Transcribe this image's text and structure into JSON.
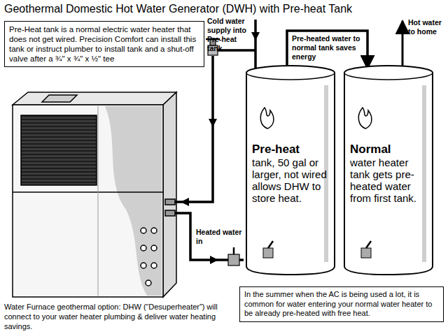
{
  "diagram": {
    "title": "Geothermal Domestic Hot Water Generator (DWH) with Pre-heat Tank",
    "nodes": [
      {
        "text": [
          "Pre-Heat tank is a normal electric water heater that does not get wired. Precision Comfort can install this tank or instruct plumber to install tank and a shut-off valve after a ¾\" x ¾\" x ½\" tee"
        ]
      },
      {
        "text": [
          "Pre-heat",
          "tank, 50 gal or larger, not wired allows DHW to store heat."
        ]
      },
      {
        "text": [
          "Normal",
          "water heater tank gets pre-heated water from first tank."
        ]
      },
      {
        "text": [
          "In the summer when the AC is being used a lot, it is common for water entering your normal water heater to be already pre-heated with free heat."
        ]
      }
    ],
    "edges": [
      {
        "from": 1,
        "to": 2,
        "arrow": "to",
        "label": "Pre-heated water to normal tank saves energy"
      }
    ],
    "labels": [
      "Cold water supply into Pre-heat tank",
      "Hot water to home",
      "Heated water in",
      "Water Furnace geothermal option: DHW (“Desuperheater”) will connect to your water heater plumbing & deliver water heating savings."
    ]
  }
}
